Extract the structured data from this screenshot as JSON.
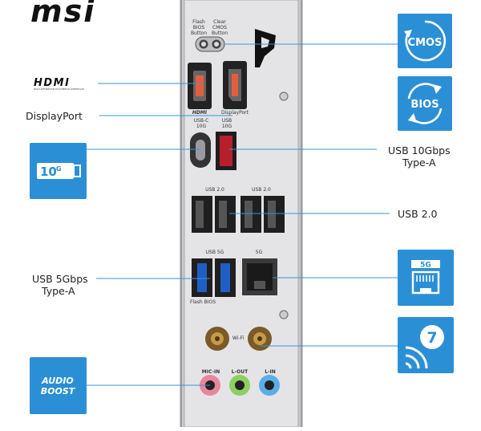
{
  "brand": {
    "logo": "msi"
  },
  "hdmi_logo": {
    "text": "HDMI",
    "tagline": "HIGH-DEFINITION MULTIMEDIA INTERFACE"
  },
  "labels": {
    "displayport": "DisplayPort",
    "usb10_line1": "USB 10Gbps",
    "usb10_line2": "Type-A",
    "usb20": "USB 2.0",
    "usb5_line1": "USB 5Gbps",
    "usb5_line2": "Type-A"
  },
  "tiles": {
    "cmos": "CMOS",
    "bios": "BIOS",
    "tenG": "10",
    "tenG_sup": "G",
    "fiveG": "5G",
    "wifi": "7",
    "audio_line1": "AUDIO",
    "audio_line2": "BOOST"
  },
  "panel": {
    "flash_btn": [
      "Flash",
      "BIOS",
      "Button"
    ],
    "clear_btn": [
      "Clear",
      "CMOS",
      "Button"
    ],
    "hdmi_port": "HDMI",
    "dp_port": "DisplayPort",
    "usbc": [
      "USB-C",
      "10G"
    ],
    "usb10": [
      "USB",
      "10G"
    ],
    "usb20_a": "USB 2.0",
    "usb20_b": "USB 2.0",
    "usb5g": "USB 5G",
    "lan": "5G",
    "flash_bios": "Flash BIOS",
    "wifi": "Wi-Fi",
    "mic": "MIC-IN",
    "lout": "L-OUT",
    "lin": "L-IN"
  },
  "colors": {
    "tile_blue": "#2b8fd6",
    "line_blue": "#3b93d6",
    "panel": "#e4e4e6",
    "usb3_blue": "#1f5fc4",
    "usb10_red": "#b81f2d",
    "mic_pink": "#e8879c",
    "lout_green": "#8fcf62",
    "lin_blue": "#5aaee8"
  }
}
